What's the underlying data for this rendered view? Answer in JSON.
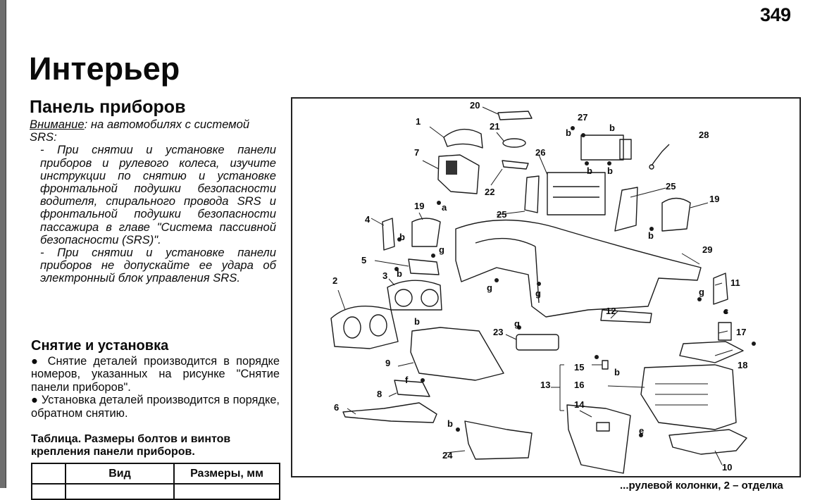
{
  "page": {
    "number": "349",
    "chapter_title": "Интерьер",
    "section_title": "Панель приборов"
  },
  "warning": {
    "label": "Внимание",
    "intro": ": на автомобилях с системой SRS:",
    "items": [
      "- При снятии и установке панели приборов и рулевого колеса, изучите инструкции по снятию и установке фронтальной подушки безопасности водителя, спирального провода SRS и фронтальной подушки безопасности пассажира в главе \"Система пассивной безопасности (SRS)\".",
      "- При снятии и установке панели приборов не допускайте ее удара об электронный блок управления SRS."
    ]
  },
  "removal": {
    "title": "Снятие и установка",
    "steps": [
      "● Снятие деталей производится в порядке номеров, указанных на рисунке \"Снятие панели приборов\".",
      "● Установка деталей производится в порядке, обратном снятию."
    ]
  },
  "table": {
    "title": "Таблица. Размеры болтов и винтов крепления панели приборов.",
    "headers": [
      "",
      "Вид",
      "Размеры, мм"
    ]
  },
  "figure": {
    "callouts": {
      "n1": "1",
      "n2": "2",
      "n3": "3",
      "n4": "4",
      "n5": "5",
      "n6": "6",
      "n7": "7",
      "n8": "8",
      "n9": "9",
      "n10": "10",
      "n11": "11",
      "n12": "12",
      "n13": "13",
      "n14": "14",
      "n15": "15",
      "n16": "16",
      "n17": "17",
      "n18": "18",
      "n19a": "19",
      "n19b": "19",
      "n20": "20",
      "n21": "21",
      "n22": "22",
      "n23": "23",
      "n24": "24",
      "n25a": "25",
      "n25b": "25",
      "n26": "26",
      "n27": "27",
      "n28": "28",
      "n29": "29"
    },
    "fasteners": {
      "a": "a",
      "b": "b",
      "c": "c",
      "e": "e",
      "f": "f",
      "g": "g"
    }
  },
  "caption_fragment": "...рулевой колонки, 2 – отделка"
}
